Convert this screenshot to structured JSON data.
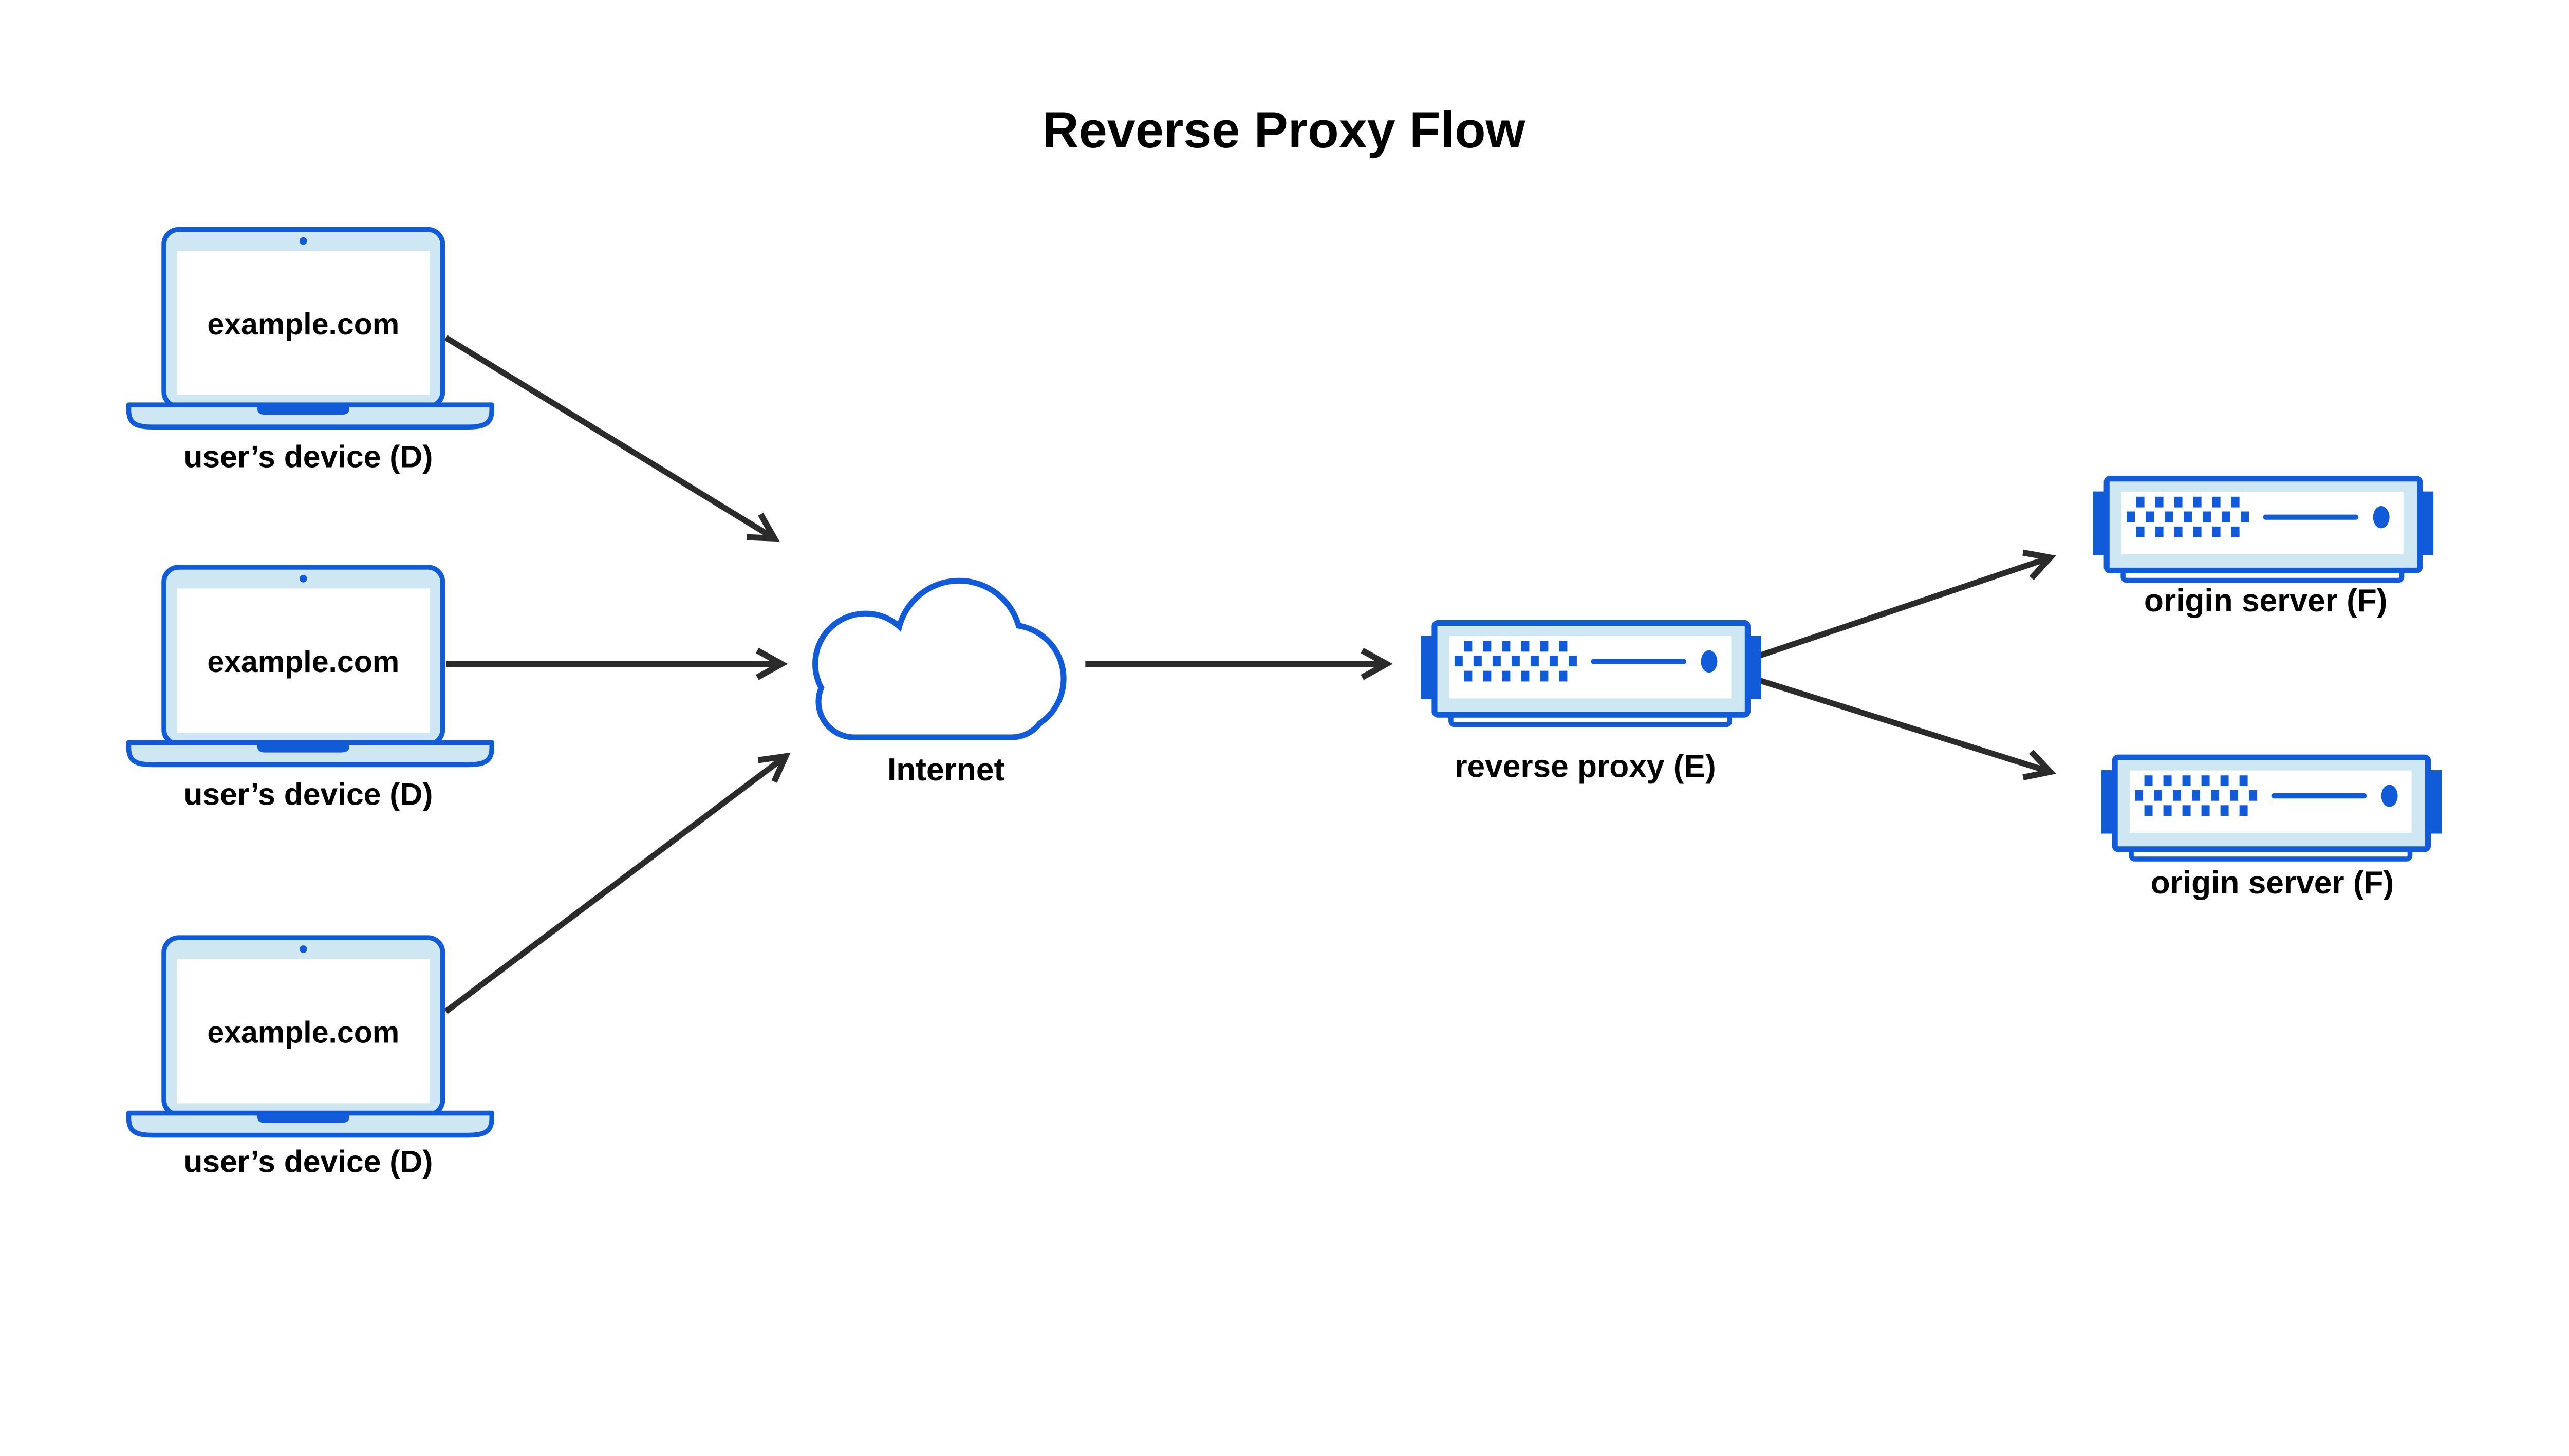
{
  "title": "Reverse Proxy Flow",
  "colors": {
    "accent": "#115bd8",
    "light_fill": "#cee7f2",
    "arrow_ink": "#2b2b2b",
    "text": "#000000",
    "background": "#ffffff"
  },
  "icons": {
    "device": "laptop-icon",
    "internet": "cloud-icon",
    "reverse_proxy": "server-icon",
    "origin_server": "server-icon",
    "connection": "arrow-icon"
  },
  "nodes": {
    "devices": [
      {
        "screen_label": "example.com",
        "label": "user’s device (D)"
      },
      {
        "screen_label": "example.com",
        "label": "user’s device (D)"
      },
      {
        "screen_label": "example.com",
        "label": "user’s device (D)"
      }
    ],
    "internet": {
      "label": "Internet"
    },
    "reverse_proxy": {
      "label": "reverse proxy (E)"
    },
    "origin_servers": [
      {
        "label": "origin server (F)"
      },
      {
        "label": "origin server (F)"
      }
    ]
  }
}
